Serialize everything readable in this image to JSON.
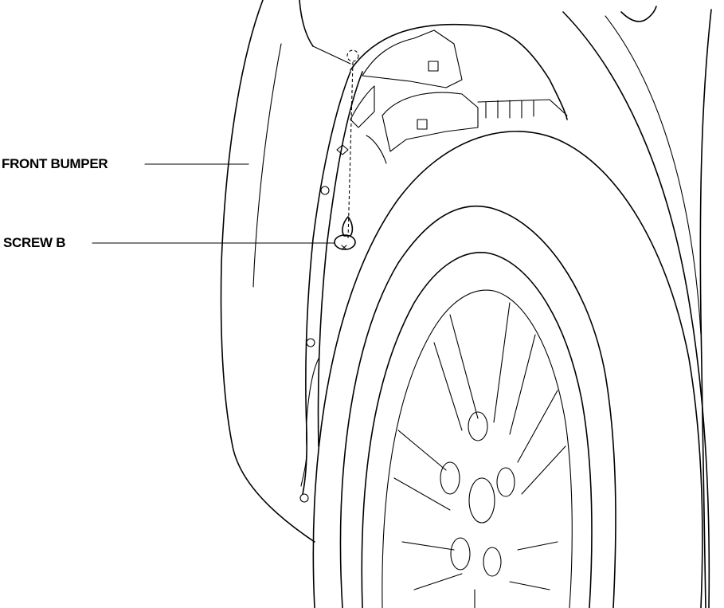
{
  "diagram": {
    "labels": {
      "front_bumper": "FRONT BUMPER",
      "screw_b": "SCREW B"
    },
    "parts": [
      "front-bumper",
      "screw-b",
      "wheel",
      "fender",
      "mudguard"
    ]
  },
  "colors": {
    "line": "#000000",
    "background": "#ffffff"
  }
}
